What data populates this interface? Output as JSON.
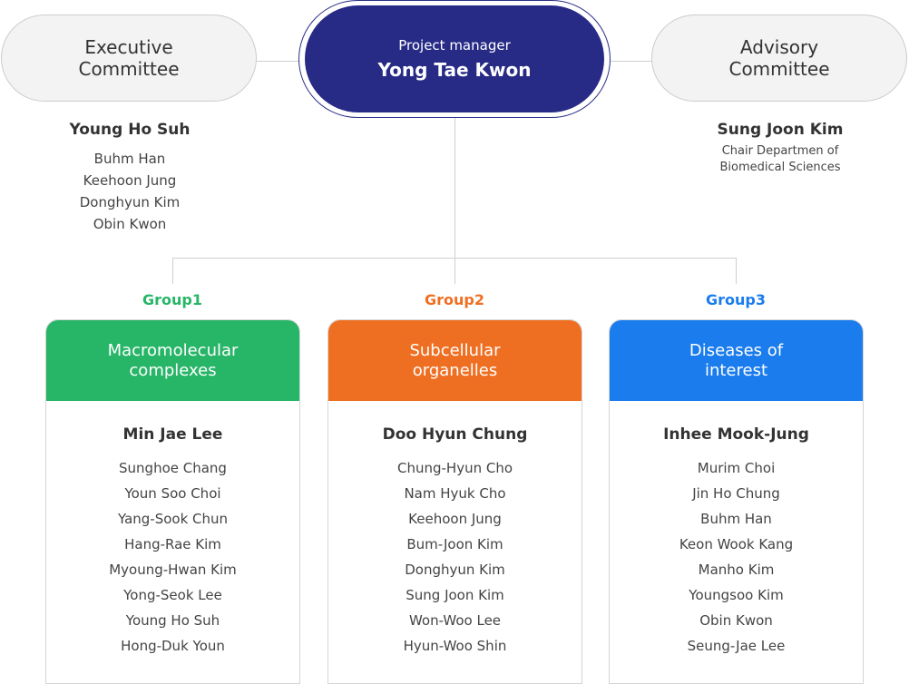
{
  "project_manager": {
    "role": "Project manager",
    "name": "Yong Tae Kwon"
  },
  "executive_committee": {
    "title_line1": "Executive",
    "title_line2": "Committee",
    "lead": "Young Ho Suh",
    "members": [
      "Buhm Han",
      "Keehoon Jung",
      "Donghyun Kim",
      "Obin Kwon"
    ]
  },
  "advisory_committee": {
    "title_line1": "Advisory",
    "title_line2": "Committee",
    "lead": "Sung Joon Kim",
    "affiliation_line1": "Chair Departmen of",
    "affiliation_line2": "Biomedical Sciences"
  },
  "groups": [
    {
      "label": "Group1",
      "color": "#27b567",
      "title_line1": "Macromolecular",
      "title_line2": "complexes",
      "lead": "Min Jae Lee",
      "members": [
        "Sunghoe Chang",
        "Youn Soo Choi",
        "Yang-Sook Chun",
        "Hang-Rae Kim",
        "Myoung-Hwan Kim",
        "Yong-Seok Lee",
        "Young Ho Suh",
        "Hong-Duk Youn"
      ]
    },
    {
      "label": "Group2",
      "color": "#ef6f22",
      "title_line1": "Subcellular",
      "title_line2": "organelles",
      "lead": "Doo Hyun Chung",
      "members": [
        "Chung-Hyun Cho",
        "Nam Hyuk Cho",
        "Keehoon Jung",
        "Bum-Joon Kim",
        "Donghyun Kim",
        "Sung Joon Kim",
        "Won-Woo Lee",
        "Hyun-Woo Shin"
      ]
    },
    {
      "label": "Group3",
      "color": "#1a7ced",
      "title_line1": "Diseases of",
      "title_line2": "interest",
      "lead": "Inhee Mook-Jung",
      "members": [
        "Murim Choi",
        "Jin Ho Chung",
        "Buhm Han",
        "Keon Wook Kang",
        "Manho Kim",
        "Youngsoo Kim",
        "Obin Kwon",
        "Seung-Jae Lee"
      ]
    }
  ]
}
